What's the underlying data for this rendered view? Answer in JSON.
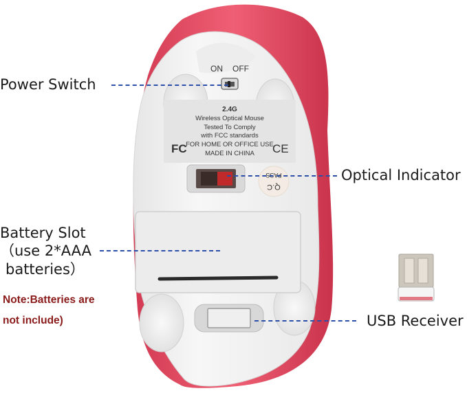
{
  "labels": {
    "power_switch": "Power Switch",
    "optical_indicator": "Optical Indicator",
    "battery_slot_line1": "Battery Slot",
    "battery_slot_line2": "（use 2*AAA",
    "battery_slot_line3": "batteries）",
    "usb_receiver": "USB Receiver"
  },
  "note": {
    "line1": "Note:Batteries are",
    "line2": "not include)"
  },
  "switch": {
    "on": "ON",
    "off": "OFF"
  },
  "product_label": {
    "line1": "2.4G",
    "line2": "Wireless Optical Mouse",
    "line3": "Tested To Comply",
    "line4": "with FCC standards",
    "line5": "FOR HOME OR OFFICE USE",
    "line6": "MADE IN CHINA",
    "fcc": "FC",
    "ce": "CE"
  },
  "qc_sticker": {
    "line1": "PASS",
    "line2": "Q.C"
  },
  "colors": {
    "shell_red": "#e8546a",
    "body_white": "#f2f2f2",
    "leader_blue": "#2b4fa8",
    "note_red": "#8b1a1a"
  }
}
